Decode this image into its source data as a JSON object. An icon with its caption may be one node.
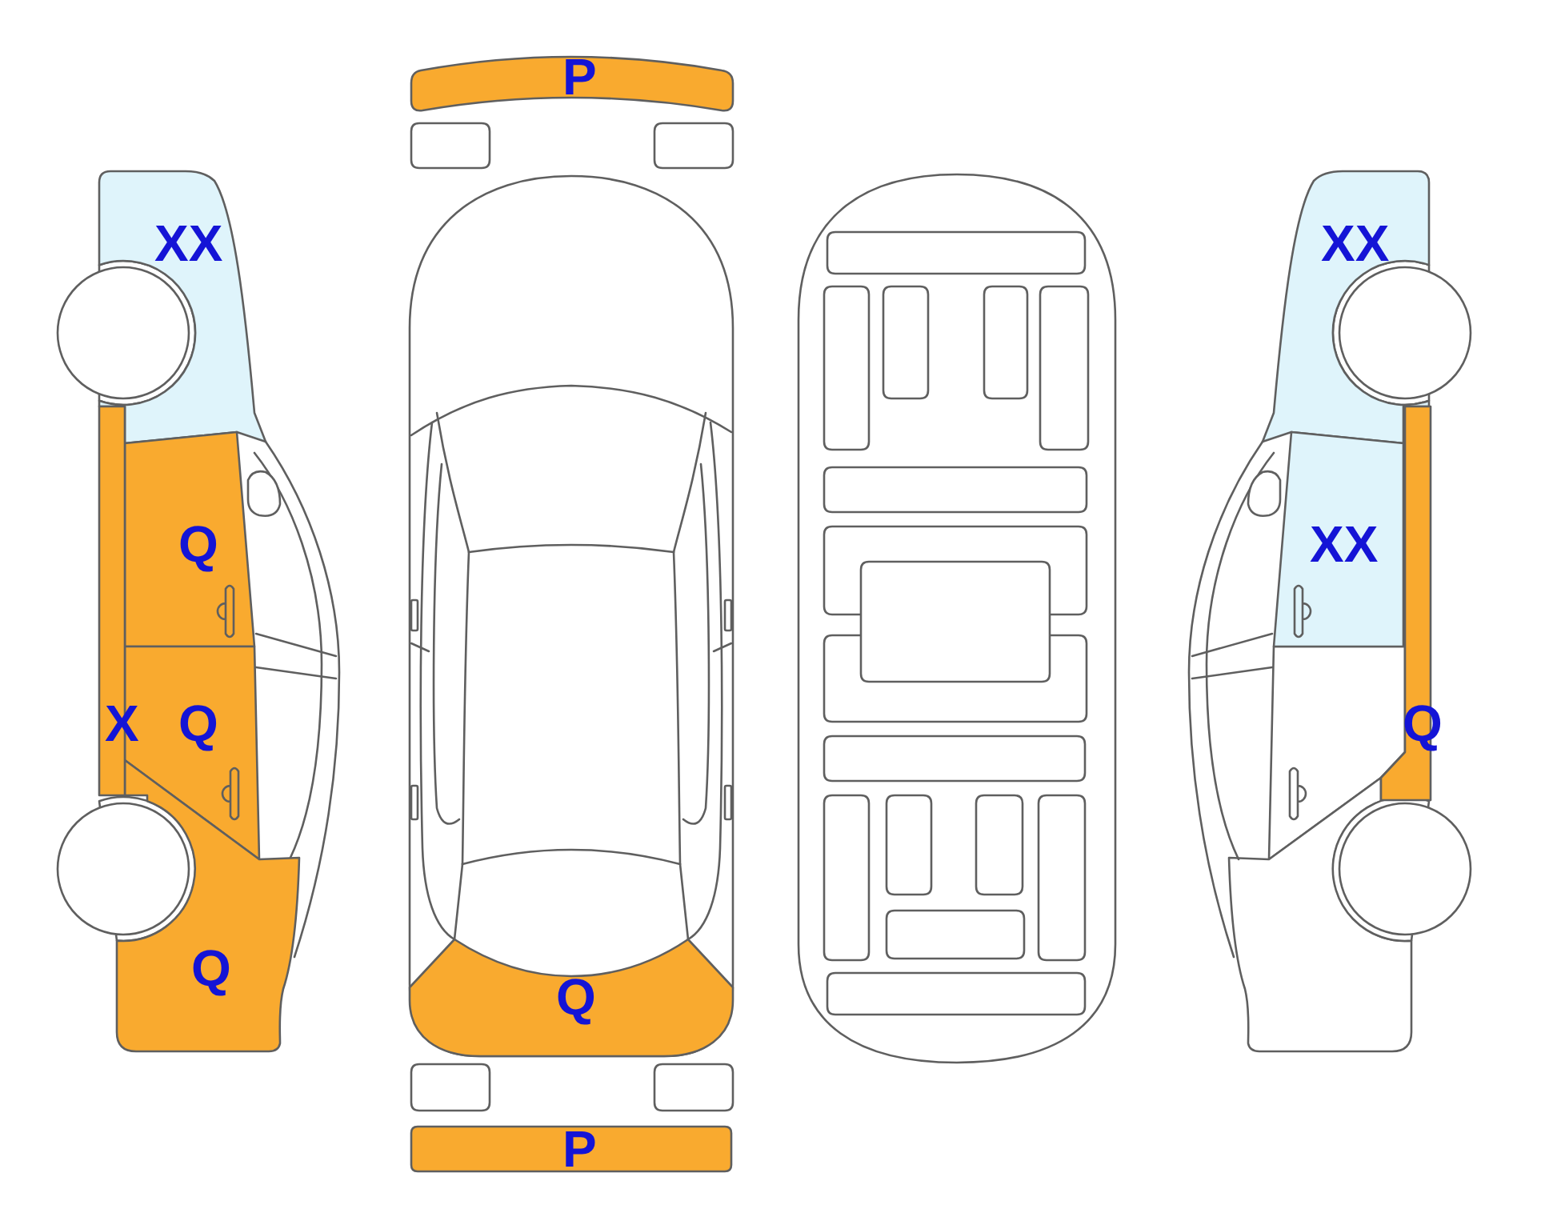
{
  "diagram": {
    "nodes": [
      {
        "text": [
          "P"
        ]
      },
      {
        "text": [
          "XX"
        ]
      },
      {
        "text": [
          "XX"
        ]
      },
      {
        "text": [
          "Q"
        ]
      },
      {
        "text": [
          "XX"
        ]
      },
      {
        "text": [
          "X"
        ]
      },
      {
        "text": [
          "Q"
        ]
      },
      {
        "text": [
          "Q"
        ]
      },
      {
        "text": [
          "Q"
        ]
      },
      {
        "text": [
          "Q"
        ]
      },
      {
        "text": [
          "P"
        ]
      }
    ]
  }
}
